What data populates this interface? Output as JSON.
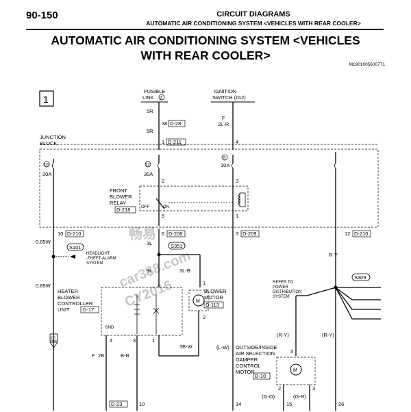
{
  "header": {
    "page_number": "90-150",
    "section": "CIRCUIT DIAGRAMS",
    "subsection": "AUTOMATIC AIR CONDITIONING SYSTEM <VEHICLES WITH REAR COOLER>",
    "title_line1": "AUTOMATIC AIR CONDITIONING SYSTEM <VEHICLES",
    "title_line2": "WITH REAR COOLER>",
    "diagram_code": "M1901005600771"
  },
  "diagram": {
    "box_number": "1",
    "fusible_link_l1": "FUSIBLE",
    "fusible_link_l2": "LINK",
    "fusible_link_num": "2",
    "ign_l1": "IGNITION",
    "ign_l2": "SWITCH (IG2)",
    "wire_5r_top": "5R",
    "pin_38": "38",
    "conn_d28": "D-28",
    "wire_5r_mid": "5R",
    "pin_1_top": "1",
    "conn_d211": "D-211",
    "ign_f": "F",
    "wire_2lr": "2L-R",
    "pin_4_top": "4",
    "jb_l1": "JUNCTION",
    "jb_l2": "BLOCK",
    "fuse_10": "10",
    "fuse_10_rating": "20A",
    "fuse_12": "12",
    "fuse_12_rating": "30A",
    "fuse_5": "5",
    "fuse_5_rating": "10A",
    "pin_2_relay": "2",
    "pin_3_relay": "3",
    "relay_l1": "FRONT",
    "relay_l2": "BLOWER",
    "relay_l3": "RELAY",
    "relay_conn": "D-218",
    "relay_off": "OFF",
    "relay_on": "ON",
    "pin_5": "5",
    "pin_1_relay": "1",
    "pin_10_jb": "10",
    "conn_d210_a": "D-210",
    "pin_6_jb": "6",
    "conn_d208": "D-208",
    "pin_3_jb": "3",
    "conn_d209": "D-209",
    "pin_12_jb": "12",
    "conn_d210_b": "D-210",
    "wire_085w_a": "0.85W",
    "s101": "S101",
    "headlight_l1": "HEADLIGHT",
    "headlight_l2": "-THEFT-ALARM",
    "headlight_l3": "SYSTEM",
    "wire_3l_a": "3L",
    "s351": "S351",
    "wire_3l_b": "3L",
    "wire_3lb": "3L-B",
    "wire_085w_b": "0.85W",
    "heater_l1": "HEATER",
    "heater_l2": "BLOWER",
    "heater_l3": "CONTROLLER",
    "heater_l4": "UNIT",
    "heater_conn": "D-17",
    "gnd": "GND",
    "pin_4_h": "4",
    "pin_3_h": "3",
    "pin_1_h": "1",
    "motor_l1": "BLOWER",
    "motor_l2": "MOTOR",
    "motor_conn": "D-113",
    "pin_1_m": "1",
    "pin_2_m": "2",
    "wire_3bw": "3B-W",
    "wire_ry_top": "R-Y",
    "refer_l1": "REFER TO",
    "refer_l2": "POWER",
    "refer_l3": "DISTRIBUTION",
    "refer_l4": "SYSTEM",
    "s309": "S309",
    "wire_ry_a": "(R-Y)",
    "wire_ry_b": "(R-Y)",
    "wire_fb": "F",
    "wire_2b": "2B",
    "wire_br": "B-R",
    "wire_lw": "(L-W)",
    "damper_l1": "OUTSIDE/INSIDE",
    "damper_l2": "AIR SELECTION",
    "damper_l3": "DAMPER",
    "damper_l4": "CONTROL",
    "damper_l5": "MOTOR",
    "damper_conn": "D-10",
    "pin_5_d": "5",
    "pin_2_d": "2",
    "pin_3_d": "3",
    "wire_go": "(G-O)",
    "wire_gr": "(G-R)",
    "gnd_num": "10",
    "conn_d23": "D-23",
    "bot_10": "10",
    "bot_14": "14",
    "bot_15": "15",
    "bot_26": "26",
    "watermark_1": "畅易",
    "watermark_2": "car388.com",
    "watermark_3": "CY2016"
  }
}
